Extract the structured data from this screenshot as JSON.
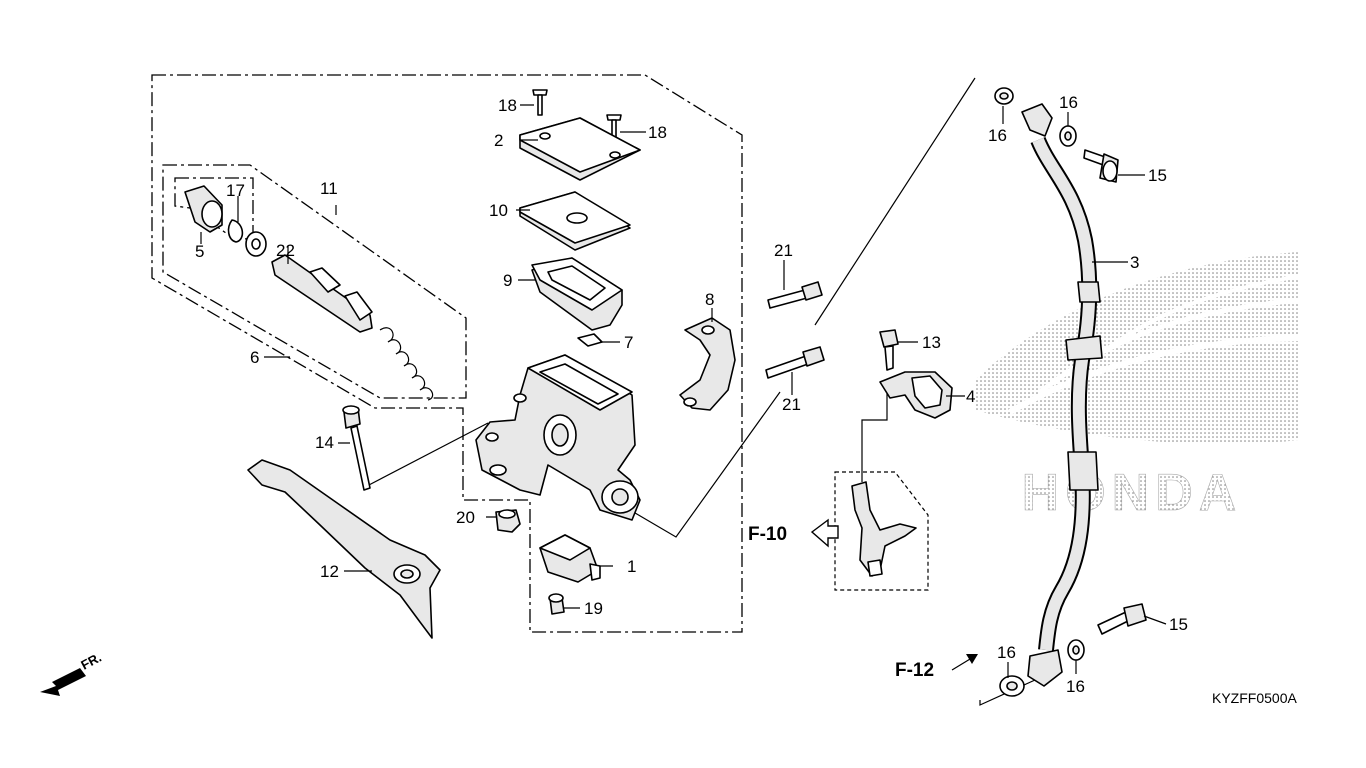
{
  "diagram": {
    "code": "KYZFF0500A",
    "direction_label": "FR.",
    "refs": {
      "f10": "F-10",
      "f12": "F-12"
    },
    "watermark_text": "HONDA"
  },
  "callouts": [
    "1",
    "2",
    "3",
    "4",
    "5",
    "6",
    "7",
    "8",
    "9",
    "10",
    "11",
    "12",
    "13",
    "14",
    "15",
    "15",
    "16",
    "16",
    "16",
    "16",
    "17",
    "18",
    "18",
    "19",
    "20",
    "21",
    "21",
    "22"
  ]
}
